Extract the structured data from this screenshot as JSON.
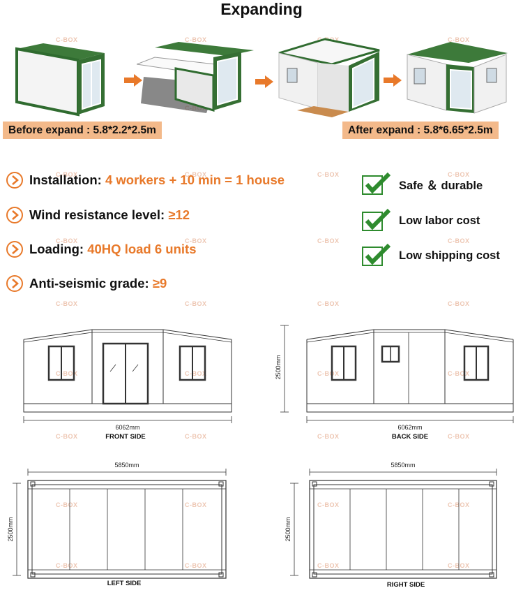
{
  "header": {
    "title": "Expanding"
  },
  "stages": [
    {
      "name": "stage-closed"
    },
    {
      "name": "stage-unfolding"
    },
    {
      "name": "stage-opening"
    },
    {
      "name": "stage-expanded"
    }
  ],
  "size_tags": {
    "before": "Before expand : 5.8*2.2*2.5m",
    "after": "After expand : 5.8*6.65*2.5m"
  },
  "features": [
    {
      "label": "Installation: ",
      "value": "4 workers + 10 min = 1 house"
    },
    {
      "label": "Wind resistance level: ",
      "value": "≥12"
    },
    {
      "label": "Loading: ",
      "value": "40HQ load 6 units"
    },
    {
      "label": "Anti-seismic grade: ",
      "value": "≥9"
    }
  ],
  "benefits": [
    {
      "label": "Safe ＆ durable"
    },
    {
      "label": "Low labor cost"
    },
    {
      "label": "Low shipping cost"
    }
  ],
  "drawings": {
    "front": {
      "caption": "FRONT SIDE",
      "width_dim": "6062mm"
    },
    "back": {
      "caption": "BACK SIDE",
      "width_dim": "6062mm",
      "height_dim": "2500mm"
    },
    "left": {
      "caption": "LEFT SIDE",
      "width_dim": "5850mm",
      "height_dim": "2500mm"
    },
    "right": {
      "caption": "RIGHT SIDE",
      "width_dim": "5850mm",
      "height_dim": "2500mm"
    }
  },
  "watermark": "C-BOX",
  "colors": {
    "accent": "#e8792a",
    "tag_bg": "#f3b98a",
    "frame": "#2f6b2f",
    "check": "#2e8b2e"
  }
}
